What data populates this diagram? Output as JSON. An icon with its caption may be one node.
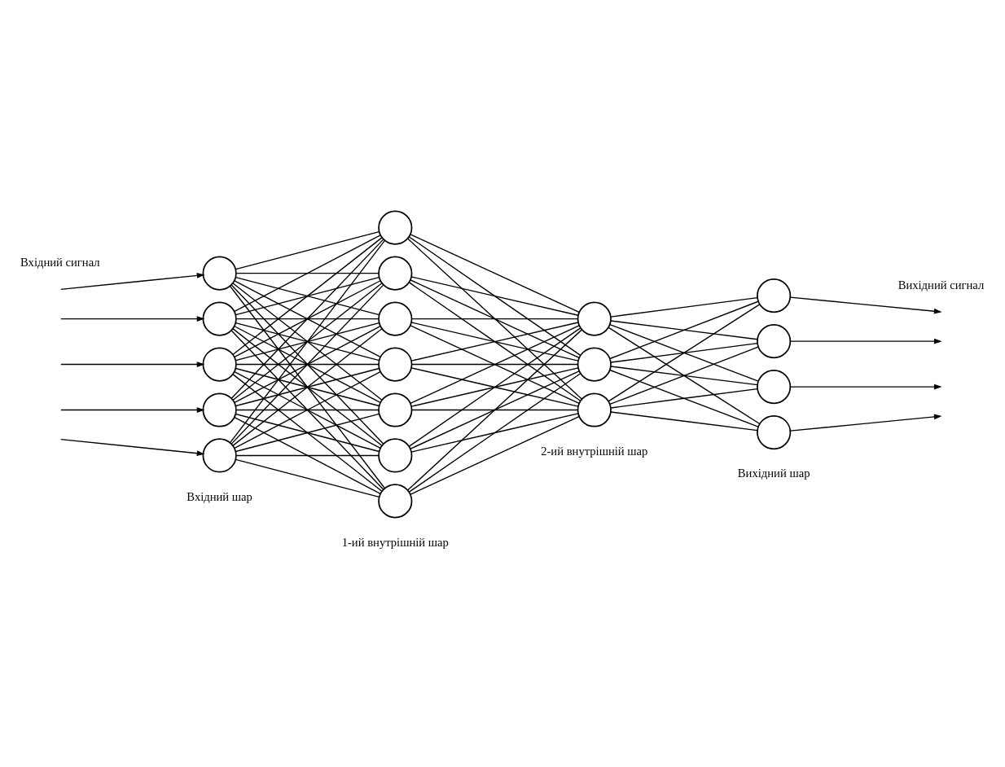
{
  "diagram": {
    "nodes": [
      {
        "text": [],
        "shape": "circle"
      },
      {
        "text": [],
        "shape": "circle"
      },
      {
        "text": [],
        "shape": "circle"
      },
      {
        "text": [],
        "shape": "circle"
      },
      {
        "text": [],
        "shape": "circle"
      },
      {
        "text": [],
        "shape": "circle"
      },
      {
        "text": [],
        "shape": "circle"
      },
      {
        "text": [],
        "shape": "circle"
      },
      {
        "text": [],
        "shape": "circle"
      },
      {
        "text": [],
        "shape": "circle"
      },
      {
        "text": [],
        "shape": "circle"
      },
      {
        "text": [],
        "shape": "circle"
      },
      {
        "text": [],
        "shape": "circle"
      },
      {
        "text": [],
        "shape": "circle"
      },
      {
        "text": [],
        "shape": "circle"
      },
      {
        "text": [],
        "shape": "circle"
      },
      {
        "text": [],
        "shape": "circle"
      },
      {
        "text": [],
        "shape": "circle"
      },
      {
        "text": [],
        "shape": "circle"
      }
    ],
    "edges": [
      {
        "from": null,
        "to": 0,
        "arrow": "to"
      },
      {
        "from": null,
        "to": 1,
        "arrow": "to"
      },
      {
        "from": null,
        "to": 2,
        "arrow": "to"
      },
      {
        "from": null,
        "to": 3,
        "arrow": "to"
      },
      {
        "from": null,
        "to": 4,
        "arrow": "to"
      },
      {
        "from": 0,
        "to": 5,
        "arrow": "none"
      },
      {
        "from": 0,
        "to": 6,
        "arrow": "none"
      },
      {
        "from": 0,
        "to": 7,
        "arrow": "none"
      },
      {
        "from": 0,
        "to": 8,
        "arrow": "none"
      },
      {
        "from": 0,
        "to": 9,
        "arrow": "none"
      },
      {
        "from": 0,
        "to": 10,
        "arrow": "none"
      },
      {
        "from": 0,
        "to": 11,
        "arrow": "none"
      },
      {
        "from": 1,
        "to": 5,
        "arrow": "none"
      },
      {
        "from": 1,
        "to": 6,
        "arrow": "none"
      },
      {
        "from": 1,
        "to": 7,
        "arrow": "none"
      },
      {
        "from": 1,
        "to": 8,
        "arrow": "none"
      },
      {
        "from": 1,
        "to": 9,
        "arrow": "none"
      },
      {
        "from": 1,
        "to": 10,
        "arrow": "none"
      },
      {
        "from": 1,
        "to": 11,
        "arrow": "none"
      },
      {
        "from": 2,
        "to": 5,
        "arrow": "none"
      },
      {
        "from": 2,
        "to": 6,
        "arrow": "none"
      },
      {
        "from": 2,
        "to": 7,
        "arrow": "none"
      },
      {
        "from": 2,
        "to": 8,
        "arrow": "none"
      },
      {
        "from": 2,
        "to": 9,
        "arrow": "none"
      },
      {
        "from": 2,
        "to": 10,
        "arrow": "none"
      },
      {
        "from": 2,
        "to": 11,
        "arrow": "none"
      },
      {
        "from": 3,
        "to": 5,
        "arrow": "none"
      },
      {
        "from": 3,
        "to": 6,
        "arrow": "none"
      },
      {
        "from": 3,
        "to": 7,
        "arrow": "none"
      },
      {
        "from": 3,
        "to": 8,
        "arrow": "none"
      },
      {
        "from": 3,
        "to": 9,
        "arrow": "none"
      },
      {
        "from": 3,
        "to": 10,
        "arrow": "none"
      },
      {
        "from": 3,
        "to": 11,
        "arrow": "none"
      },
      {
        "from": 4,
        "to": 5,
        "arrow": "none"
      },
      {
        "from": 4,
        "to": 6,
        "arrow": "none"
      },
      {
        "from": 4,
        "to": 7,
        "arrow": "none"
      },
      {
        "from": 4,
        "to": 8,
        "arrow": "none"
      },
      {
        "from": 4,
        "to": 9,
        "arrow": "none"
      },
      {
        "from": 4,
        "to": 10,
        "arrow": "none"
      },
      {
        "from": 4,
        "to": 11,
        "arrow": "none"
      },
      {
        "from": 5,
        "to": 12,
        "arrow": "none"
      },
      {
        "from": 5,
        "to": 13,
        "arrow": "none"
      },
      {
        "from": 5,
        "to": 14,
        "arrow": "none"
      },
      {
        "from": 6,
        "to": 12,
        "arrow": "none"
      },
      {
        "from": 6,
        "to": 13,
        "arrow": "none"
      },
      {
        "from": 6,
        "to": 14,
        "arrow": "none"
      },
      {
        "from": 7,
        "to": 12,
        "arrow": "none"
      },
      {
        "from": 7,
        "to": 13,
        "arrow": "none"
      },
      {
        "from": 7,
        "to": 14,
        "arrow": "none"
      },
      {
        "from": 8,
        "to": 12,
        "arrow": "none"
      },
      {
        "from": 8,
        "to": 13,
        "arrow": "none"
      },
      {
        "from": 8,
        "to": 14,
        "arrow": "none"
      },
      {
        "from": 9,
        "to": 12,
        "arrow": "none"
      },
      {
        "from": 9,
        "to": 13,
        "arrow": "none"
      },
      {
        "from": 9,
        "to": 14,
        "arrow": "none"
      },
      {
        "from": 10,
        "to": 12,
        "arrow": "none"
      },
      {
        "from": 10,
        "to": 13,
        "arrow": "none"
      },
      {
        "from": 10,
        "to": 14,
        "arrow": "none"
      },
      {
        "from": 11,
        "to": 12,
        "arrow": "none"
      },
      {
        "from": 11,
        "to": 13,
        "arrow": "none"
      },
      {
        "from": 11,
        "to": 14,
        "arrow": "none"
      },
      {
        "from": 12,
        "to": 15,
        "arrow": "none"
      },
      {
        "from": 12,
        "to": 16,
        "arrow": "none"
      },
      {
        "from": 12,
        "to": 17,
        "arrow": "none"
      },
      {
        "from": 12,
        "to": 18,
        "arrow": "none"
      },
      {
        "from": 13,
        "to": 15,
        "arrow": "none"
      },
      {
        "from": 13,
        "to": 16,
        "arrow": "none"
      },
      {
        "from": 13,
        "to": 17,
        "arrow": "none"
      },
      {
        "from": 13,
        "to": 18,
        "arrow": "none"
      },
      {
        "from": 14,
        "to": 15,
        "arrow": "none"
      },
      {
        "from": 14,
        "to": 16,
        "arrow": "none"
      },
      {
        "from": 14,
        "to": 17,
        "arrow": "none"
      },
      {
        "from": 14,
        "to": 18,
        "arrow": "none"
      },
      {
        "from": 15,
        "to": null,
        "arrow": "to"
      },
      {
        "from": 16,
        "to": null,
        "arrow": "to"
      },
      {
        "from": 17,
        "to": null,
        "arrow": "to"
      },
      {
        "from": 18,
        "to": null,
        "arrow": "to"
      }
    ],
    "labels": [
      "Вхідний сигнал",
      "Вихідний сигнал",
      "Вхідний шар",
      "1-ий внутрішній шар",
      "2-ий внутрішній шар",
      "Вихідний шар"
    ]
  }
}
